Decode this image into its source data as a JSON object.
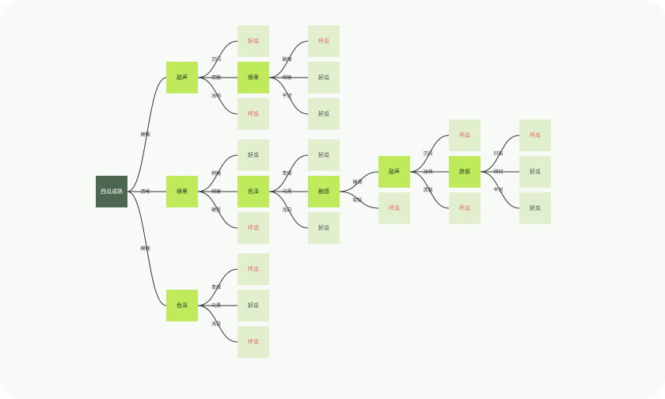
{
  "nodes": {
    "root": "西瓜成熟",
    "n1": "敲声",
    "n2": "根蒂",
    "n3": "色泽",
    "n1_0": "好瓜",
    "n1_1": "根蒂",
    "n1_2": "坏瓜",
    "n1_1_0": "坏瓜",
    "n1_1_1": "好瓜",
    "n1_1_2": "好瓜",
    "n2_0": "好瓜",
    "n2_1": "色泽",
    "n2_2": "坏瓜",
    "n2_1_0": "好瓜",
    "n2_1_1": "触感",
    "n2_1_2": "好瓜",
    "t1": "敲声",
    "t2": "坏瓜",
    "t1_0": "坏瓜",
    "t1_1": "脐部",
    "t1_2": "坏瓜",
    "t1_1_0": "坏瓜",
    "t1_1_1": "好瓜",
    "t1_1_2": "好瓜",
    "n3_0": "坏瓜",
    "n3_1": "好瓜",
    "n3_2": "坏瓜"
  },
  "edge_labels": {
    "root_n1": "模糊",
    "root_n2": "清晰",
    "root_n3": "模糊",
    "n1_0": "沉闷",
    "n1_1": "清脆",
    "n1_2": "浊响",
    "n1_1_0": "蜷缩",
    "n1_1_1": "稍蜷",
    "n1_1_2": "平坦",
    "n2_0": "稍蜷",
    "n2_1": "稍蜷",
    "n2_2": "硬挺",
    "n2_1_0": "青绿",
    "n2_1_1": "乌黑",
    "n2_1_2": "浅白",
    "t1": "硬滑",
    "t2": "软粘",
    "t1_0": "沉闷",
    "t1_1": "浊响",
    "t1_2": "清脆",
    "t1_1_0": "凹陷",
    "t1_1_1": "稍凹",
    "t1_1_2": "平坦",
    "n3_0": "青绿",
    "n3_1": "乌黑",
    "n3_2": "浅白"
  },
  "colors": {
    "root": "#4d6650",
    "internal": "#bfea5c",
    "leaf": "#e1efcf",
    "bad_text": "#e8574b",
    "edge": "#333333"
  }
}
